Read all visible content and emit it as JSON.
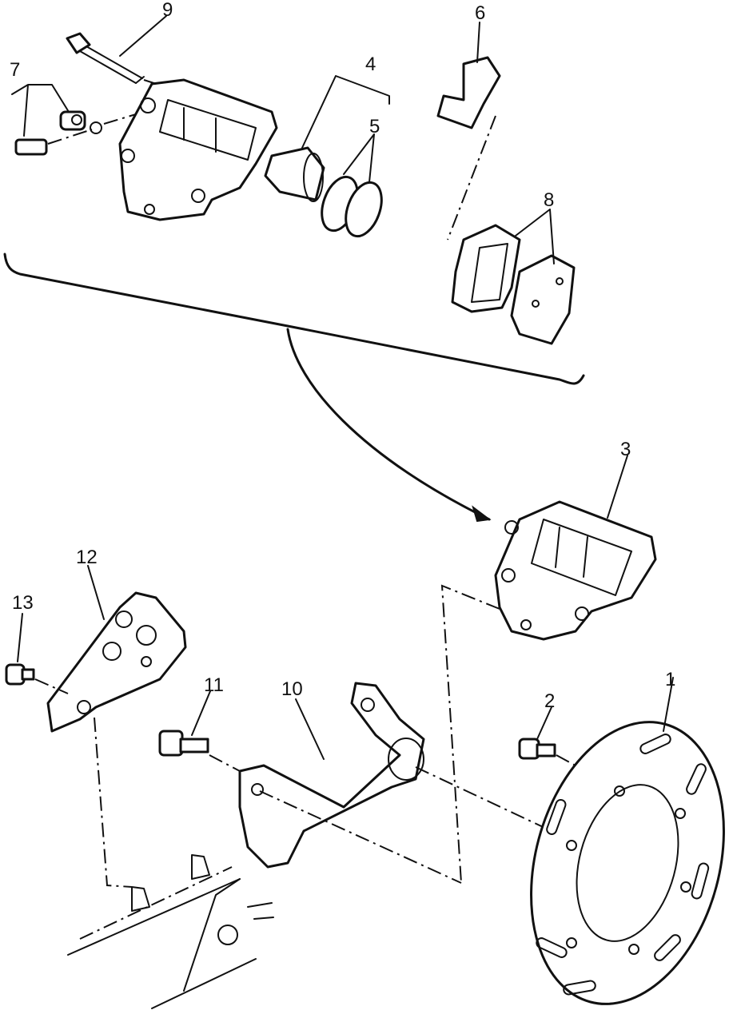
{
  "labels": {
    "disc": "1",
    "disc_bolt": "2",
    "caliper_assembly": "3",
    "piston": "4",
    "seals": "5",
    "pad_spring": "6",
    "bleed_screw": "7",
    "pads": "8",
    "pad_pin": "9",
    "caliper_bracket": "10",
    "bracket_bolt": "11",
    "guard": "12",
    "guard_bolt": "13"
  }
}
